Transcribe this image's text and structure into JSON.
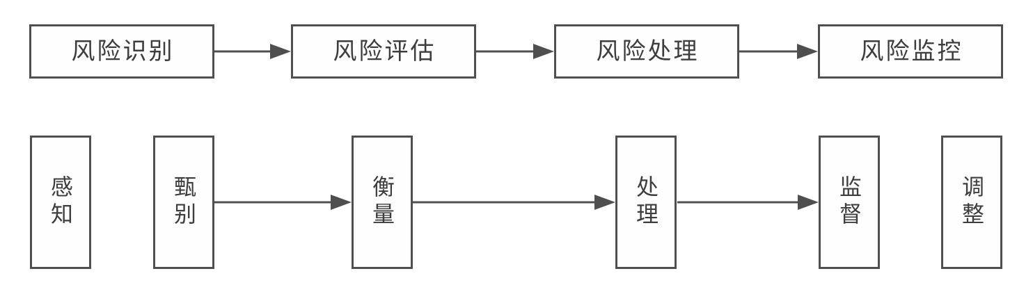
{
  "diagram": {
    "name": "risk-management-process-flowchart",
    "top_row": [
      {
        "label": "风险识别"
      },
      {
        "label": "风险评估"
      },
      {
        "label": "风险处理"
      },
      {
        "label": "风险监控"
      }
    ],
    "bottom_row": [
      {
        "label": "感知"
      },
      {
        "label": "甄别"
      },
      {
        "label": "衡量"
      },
      {
        "label": "处理"
      },
      {
        "label": "监督"
      },
      {
        "label": "调整"
      }
    ],
    "connections": {
      "top_row_arrows": [
        {
          "from": "风险识别",
          "to": "风险评估"
        },
        {
          "from": "风险评估",
          "to": "风险处理"
        },
        {
          "from": "风险处理",
          "to": "风险监控"
        }
      ],
      "bottom_row_arrows": [
        {
          "from": "甄别",
          "to": "衡量"
        },
        {
          "from": "衡量",
          "to": "处理"
        },
        {
          "from": "处理",
          "to": "监督"
        }
      ]
    },
    "colors": {
      "box_border": "#4f4f4f",
      "arrow": "#4f4f4f",
      "text": "#3d3d3d",
      "background": "#ffffff"
    }
  }
}
